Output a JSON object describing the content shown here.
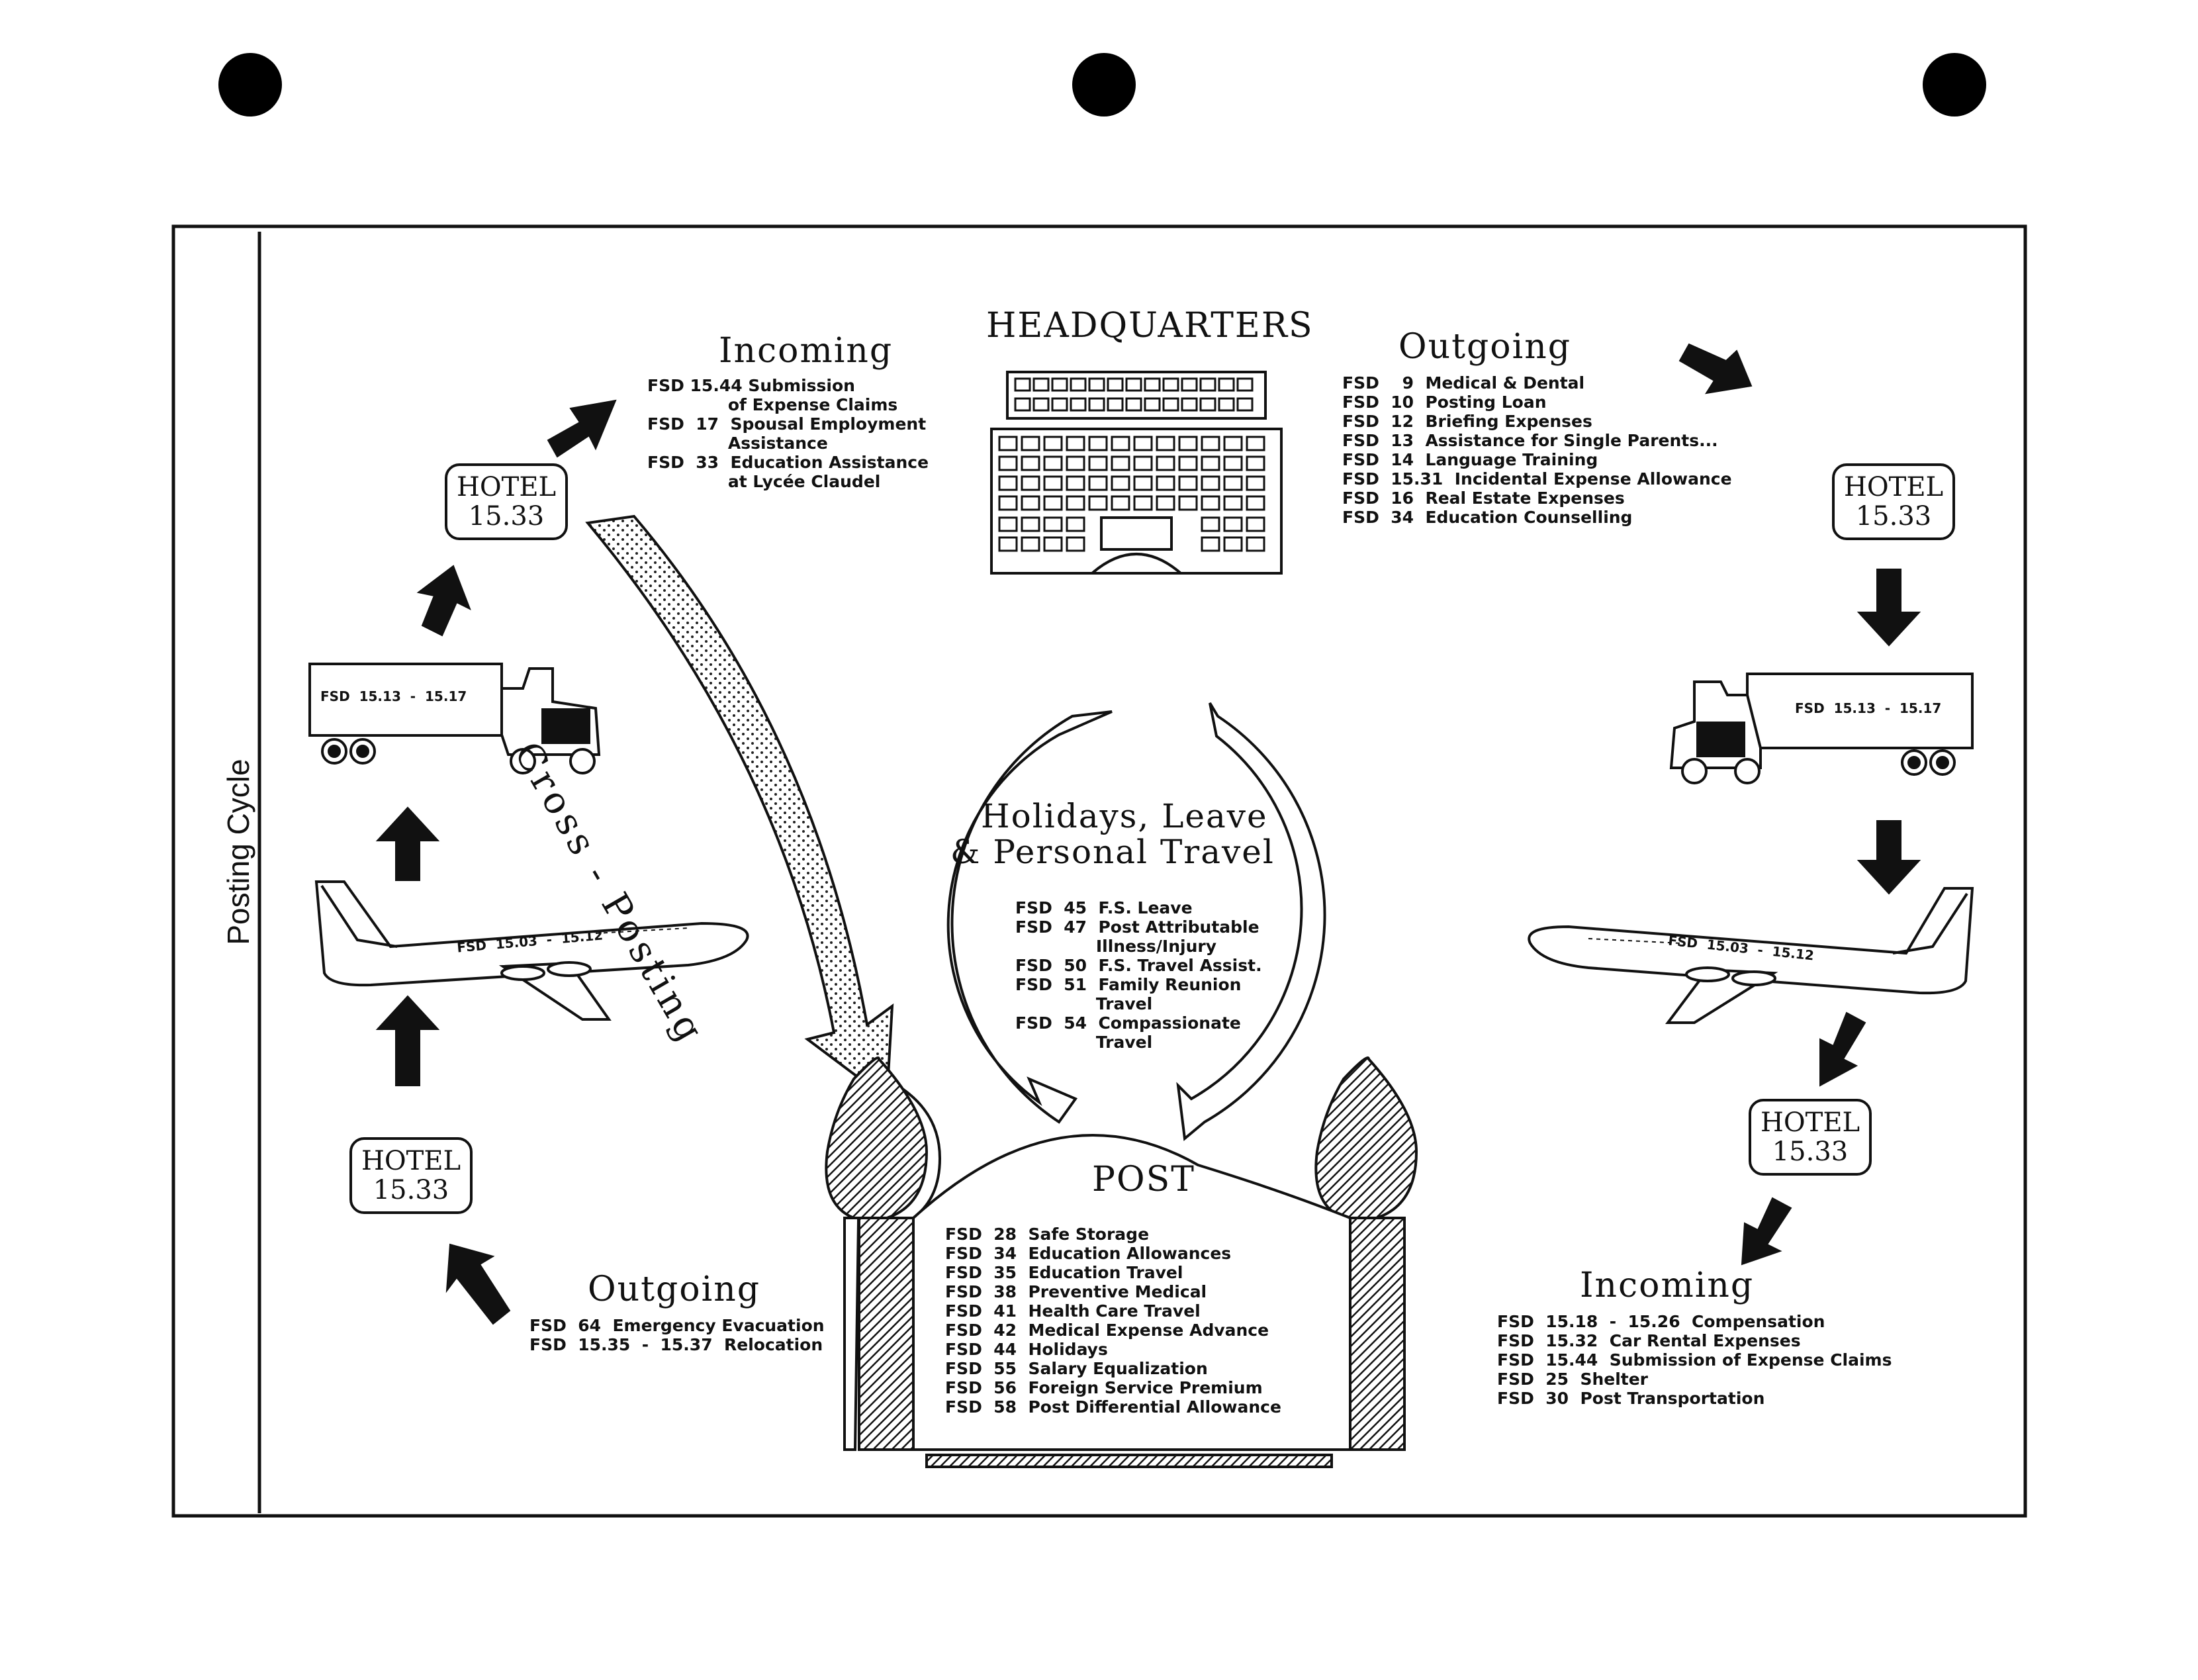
{
  "side_label": "Posting Cycle",
  "headquarters": {
    "title": "HEADQUARTERS"
  },
  "hq_incoming": {
    "title": "Incoming",
    "items": [
      "FSD 15.44 Submission",
      "              of Expense Claims",
      "FSD  17  Spousal Employment",
      "              Assistance",
      "FSD  33  Education Assistance",
      "              at Lycée Claudel"
    ]
  },
  "hq_outgoing": {
    "title": "Outgoing",
    "items": [
      "FSD    9  Medical & Dental",
      "FSD  10  Posting Loan",
      "FSD  12  Briefing Expenses",
      "FSD  13  Assistance for Single Parents...",
      "FSD  14  Language Training",
      "FSD  15.31  Incidental Expense Allowance",
      "FSD  16  Real Estate Expenses",
      "FSD  34  Education Counselling"
    ]
  },
  "hotels": {
    "label": "HOTEL",
    "number": "15.33"
  },
  "truck_left": {
    "label": "FSD  15.13  -  15.17"
  },
  "truck_right": {
    "label": "FSD  15.13  -  15.17"
  },
  "plane_left": {
    "label": "FSD  15.03  -  15.12"
  },
  "plane_right": {
    "label": "FSD  15.03  -  15.12"
  },
  "cross_posting": {
    "label": "Cross - Posting"
  },
  "holidays": {
    "title_line1": "Holidays, Leave",
    "title_line2": "& Personal Travel",
    "items": [
      "FSD  45  F.S. Leave",
      "FSD  47  Post Attributable",
      "              Illness/Injury",
      "FSD  50  F.S. Travel Assist.",
      "FSD  51  Family Reunion",
      "              Travel",
      "FSD  54  Compassionate",
      "              Travel"
    ]
  },
  "post": {
    "title": "POST",
    "items": [
      "FSD  28  Safe Storage",
      "FSD  34  Education Allowances",
      "FSD  35  Education Travel",
      "FSD  38  Preventive Medical",
      "FSD  41  Health Care Travel",
      "FSD  42  Medical Expense Advance",
      "FSD  44  Holidays",
      "FSD  55  Salary Equalization",
      "FSD  56  Foreign Service Premium",
      "FSD  58  Post Differential Allowance"
    ]
  },
  "post_outgoing": {
    "title": "Outgoing",
    "items": [
      "FSD  64  Emergency Evacuation",
      "FSD  15.35  -  15.37  Relocation"
    ]
  },
  "post_incoming": {
    "title": "Incoming",
    "items": [
      "FSD  15.18  -  15.26  Compensation",
      "FSD  15.32  Car Rental Expenses",
      "FSD  15.44  Submission of Expense Claims",
      "FSD  25  Shelter",
      "FSD  30  Post Transportation"
    ]
  }
}
